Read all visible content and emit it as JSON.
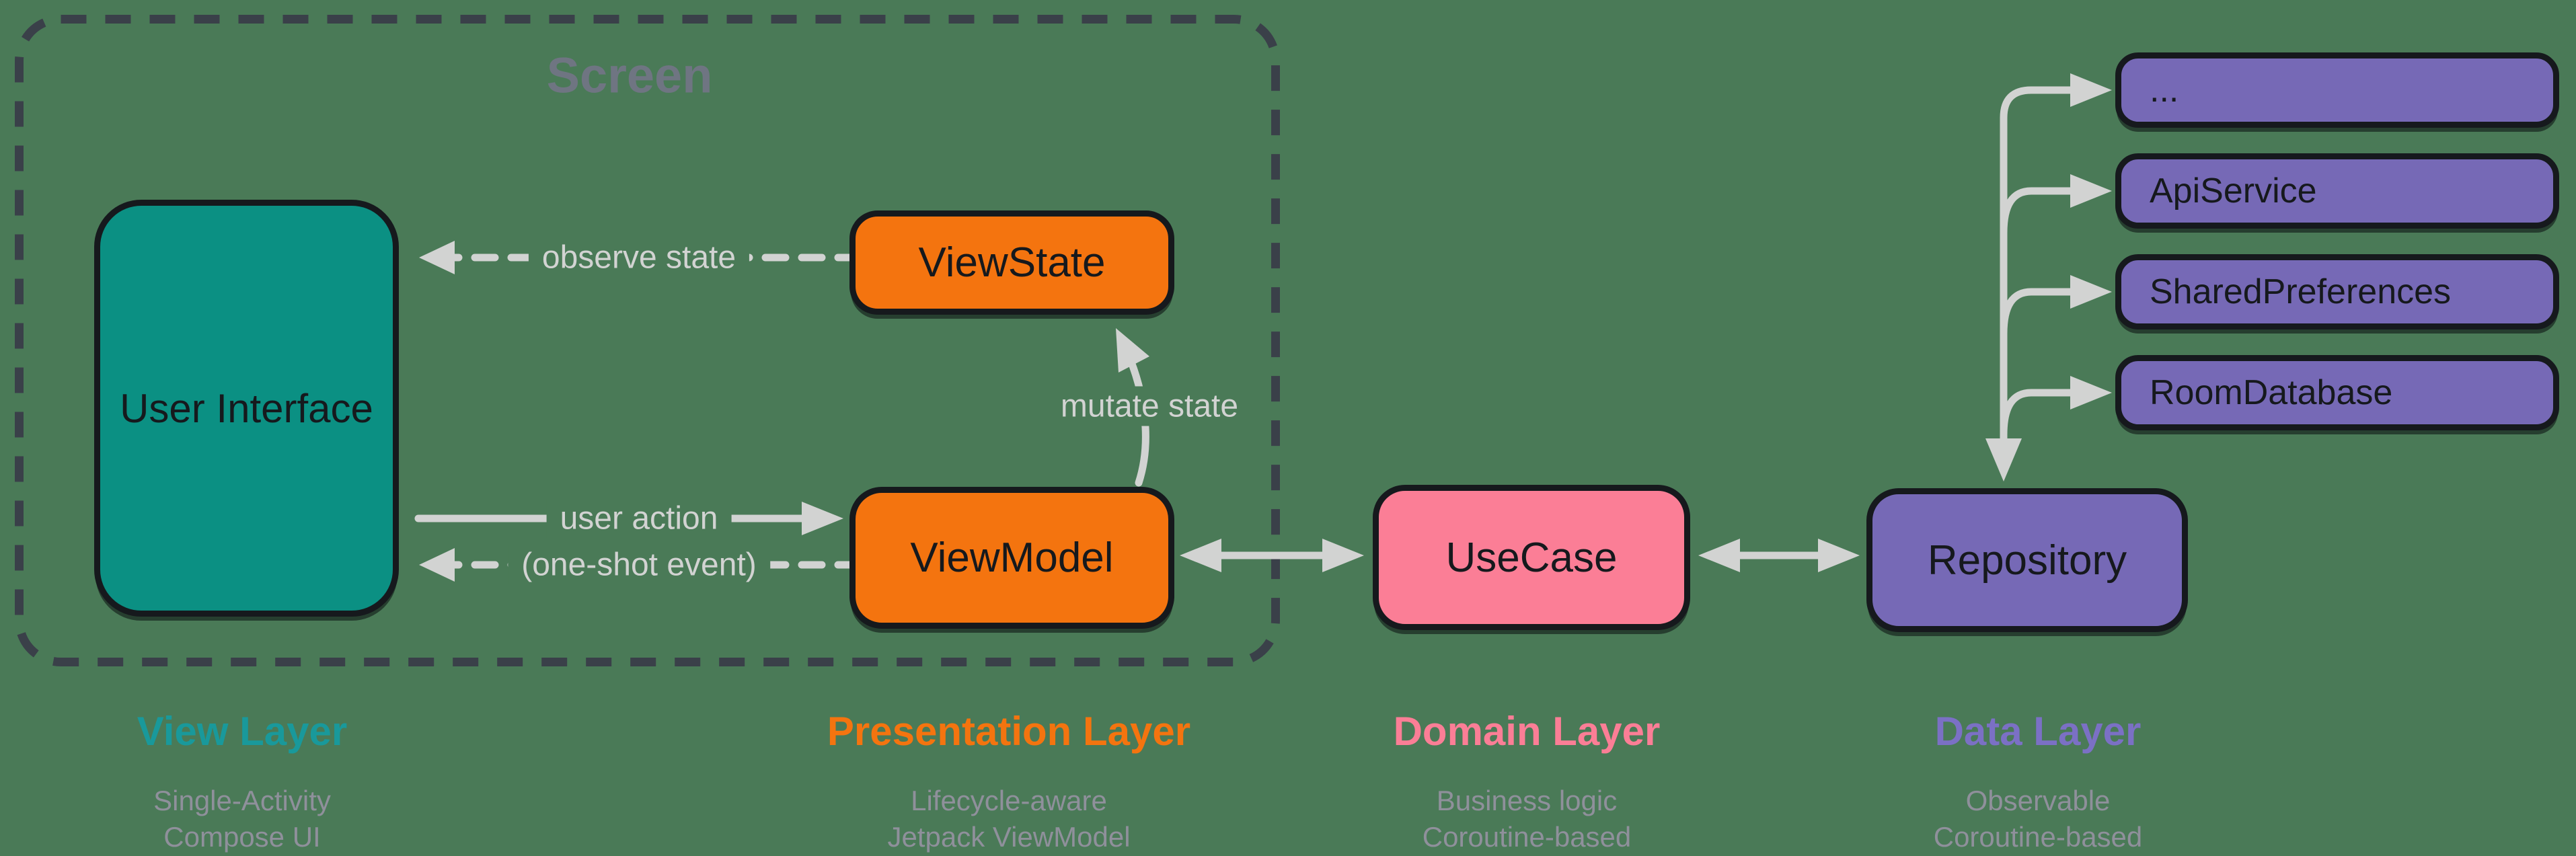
{
  "screen_group": {
    "title": "Screen"
  },
  "nodes": {
    "user_interface": {
      "label": "User Interface",
      "color": "#0b9083"
    },
    "view_state": {
      "label": "ViewState",
      "color": "#f4740f"
    },
    "view_model": {
      "label": "ViewModel",
      "color": "#f4740f"
    },
    "use_case": {
      "label": "UseCase",
      "color": "#fb7e96"
    },
    "repository": {
      "label": "Repository",
      "color": "#7669b6"
    }
  },
  "data_sources": {
    "color": "#7669b6",
    "items": [
      {
        "label": "..."
      },
      {
        "label": "ApiService"
      },
      {
        "label": "SharedPreferences"
      },
      {
        "label": "RoomDatabase"
      }
    ]
  },
  "arrows": {
    "observe_state": {
      "label": "observe state",
      "style": "dashed",
      "direction": "viewstate-to-ui"
    },
    "user_action": {
      "label": "user action",
      "style": "solid",
      "direction": "ui-to-viewmodel"
    },
    "one_shot_event": {
      "label": "(one-shot event)",
      "style": "dashed",
      "direction": "viewmodel-to-ui"
    },
    "mutate_state": {
      "label": "mutate state",
      "style": "solid",
      "direction": "viewmodel-to-viewstate"
    },
    "viewmodel_usecase": {
      "style": "solid",
      "direction": "bidirectional"
    },
    "usecase_repository": {
      "style": "solid",
      "direction": "bidirectional"
    },
    "repository_datasources": {
      "style": "solid",
      "direction": "tree"
    }
  },
  "layers": [
    {
      "title": "View Layer",
      "color": "#19999b",
      "lines": [
        "Single-Activity",
        "Compose UI"
      ]
    },
    {
      "title": "Presentation Layer",
      "color": "#f4740f",
      "lines": [
        "Lifecycle-aware",
        "Jetpack ViewModel"
      ]
    },
    {
      "title": "Domain Layer",
      "color": "#fb7e96",
      "lines": [
        "Business logic",
        "Coroutine-based"
      ]
    },
    {
      "title": "Data Layer",
      "color": "#7b70c5",
      "lines": [
        "Observable",
        "Coroutine-based"
      ]
    }
  ],
  "colors": {
    "background": "#4a7a57",
    "arrow": "#d2d3d2",
    "screen_border": "#3a4049",
    "screen_title": "#6f7582",
    "box_border": "#16191d",
    "secondary_text": "#8f909b"
  }
}
